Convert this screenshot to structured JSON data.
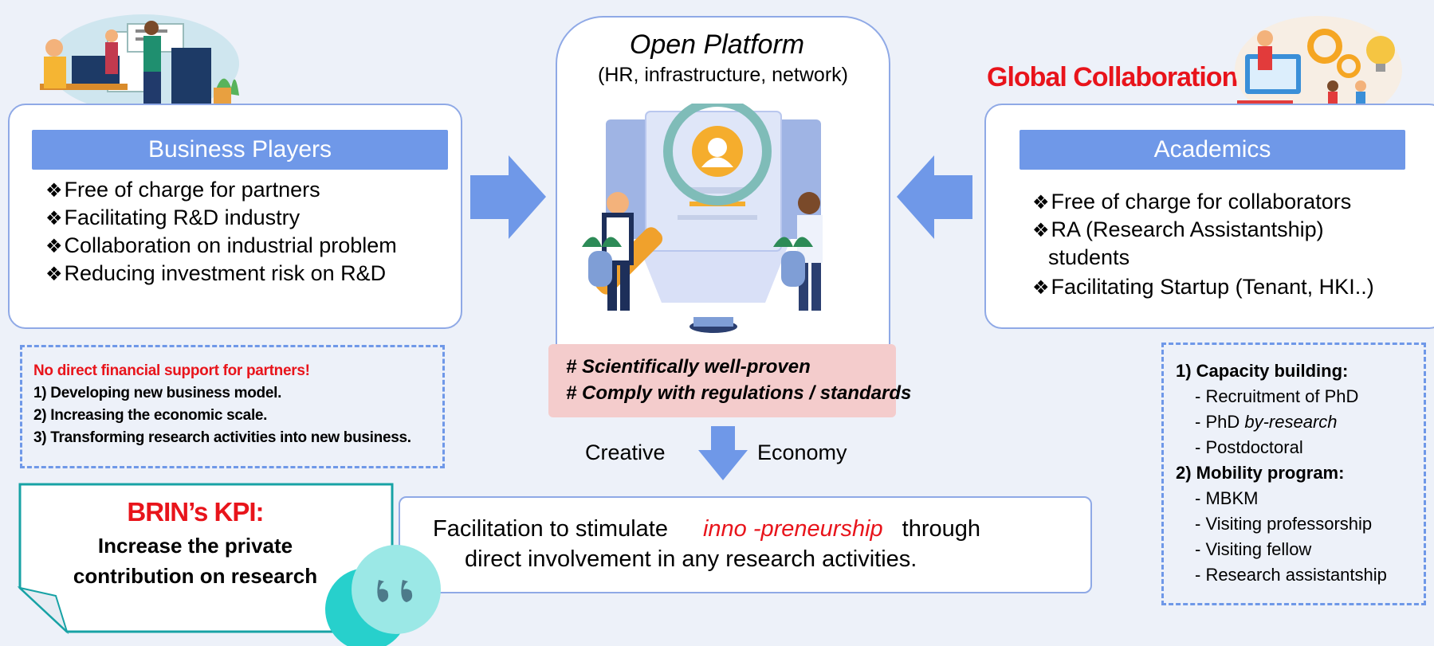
{
  "colors": {
    "accent": "#6f98e8",
    "red": "#e8141b",
    "teal": "#17a2a5",
    "pink": "#f4cccc"
  },
  "business": {
    "title": "Business Players",
    "items": [
      "Free of charge for partners",
      "Facilitating R&D industry",
      "Collaboration on industrial problem",
      "Reducing investment risk on R&D"
    ]
  },
  "academics": {
    "title": "Academics",
    "items": [
      "Free of charge for collaborators",
      "RA (Research Assistantship)",
      "students",
      "Facilitating Startup (Tenant, HKI..)"
    ]
  },
  "global": {
    "label": "Global Collaboration"
  },
  "platform": {
    "title": "Open Platform",
    "subtitle": "(HR, infrastructure, network)",
    "tags": [
      "# Scientifically well-proven",
      "# Comply with regulations / standards"
    ]
  },
  "economy": {
    "left": "Creative",
    "right": "Economy"
  },
  "business_notes": {
    "warning": "No direct financial support for partners!",
    "items": [
      "1) Developing new business model.",
      "2) Increasing the economic scale.",
      "3) Transforming research activities into new business."
    ]
  },
  "academic_notes": {
    "h1": "1) Capacity building:",
    "cap_items": [
      "- Recruitment of PhD",
      "- PhD ",
      "- Postdoctoral"
    ],
    "phd_italic": "by-research",
    "h2": "2) Mobility program:",
    "mob_items": [
      "- MBKM",
      "- Visiting professorship",
      "- Visiting fellow",
      "- Research assistantship"
    ]
  },
  "kpi": {
    "title": "BRIN’s KPI:",
    "line1": "Increase the private",
    "line2": "contribution on research"
  },
  "facilitation": {
    "pre": "Facilitation to stimulate",
    "keyword": "inno -preneurship",
    "post": "through",
    "line2": "direct involvement in any research activities."
  },
  "icons": {
    "quote": "quote-bubble-icon",
    "arrow": "arrow-icon",
    "bullet": "diamond-bullet-icon"
  }
}
